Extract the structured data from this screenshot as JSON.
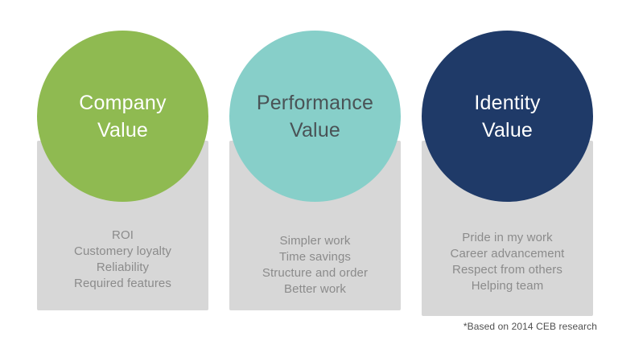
{
  "diagram": {
    "columns": [
      {
        "id": "company-value",
        "title": "Company\nValue",
        "circle_color": "#8fba51",
        "title_color": "#ffffff",
        "panel_color": "#d7d7d7",
        "items": [
          "ROI",
          "Customery loyalty",
          "Reliability",
          "Required features"
        ]
      },
      {
        "id": "performance-value",
        "title": "Performance\nValue",
        "circle_color": "#87cfc9",
        "title_color": "#4a5356",
        "panel_color": "#d7d7d7",
        "items": [
          "Simpler work",
          "Time savings",
          "Structure and order",
          "Better work"
        ]
      },
      {
        "id": "identity-value",
        "title": "Identity\nValue",
        "circle_color": "#1f3a68",
        "title_color": "#ffffff",
        "panel_color": "#d7d7d7",
        "items": [
          "Pride in my work",
          "Career advancement",
          "Respect from others",
          "Helping team"
        ]
      }
    ],
    "footnote": "*Based on 2014 CEB research"
  }
}
